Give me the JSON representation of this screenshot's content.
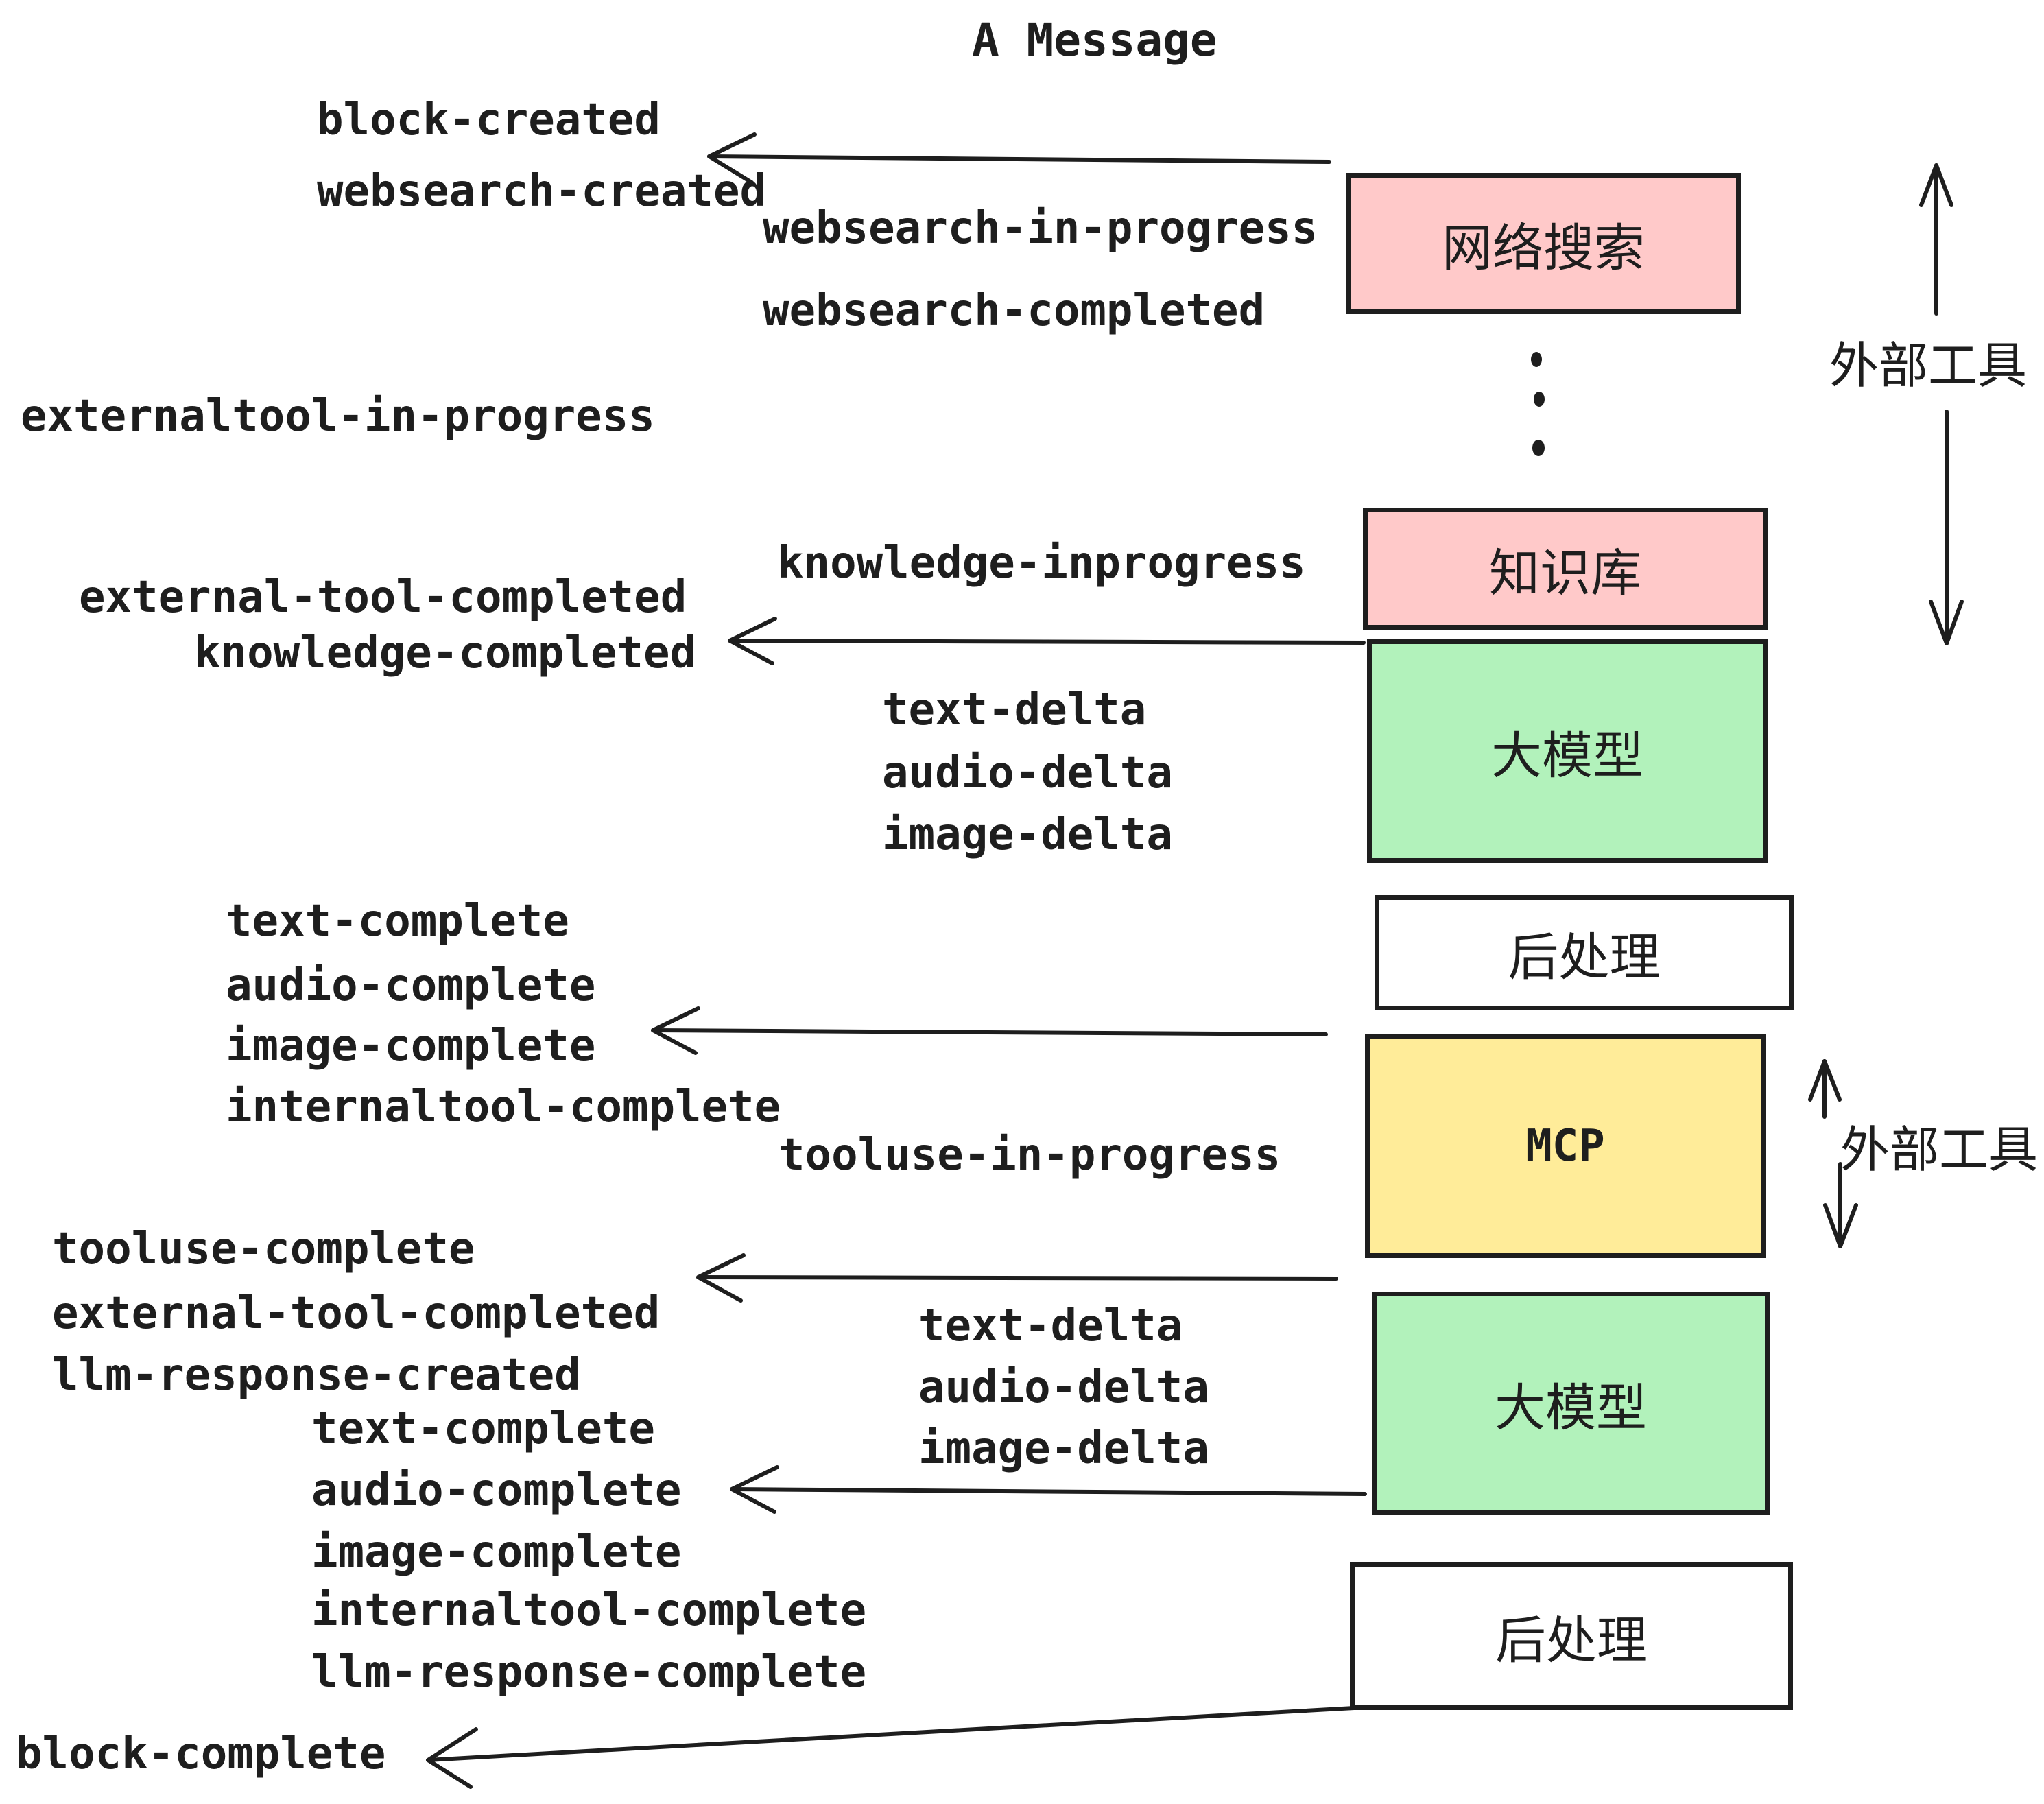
{
  "title": "A Message",
  "colors": {
    "pink": "#ffc9c9",
    "green": "#b2f2bb",
    "yellow": "#ffec99",
    "white": "#ffffff",
    "ink": "#1e1e1e"
  },
  "nodes": {
    "websearch": "网络搜索",
    "knowledge": "知识库",
    "llm1": "大模型",
    "post1": "后处理",
    "mcp": "MCP",
    "llm2": "大模型",
    "post2": "后处理"
  },
  "side_labels": {
    "external_tool_1": "外部工具",
    "external_tool_2": "外部工具"
  },
  "events": {
    "block_created": "block-created",
    "websearch_created": "websearch-created",
    "websearch_in_progress": "websearch-in-progress",
    "websearch_completed": "websearch-completed",
    "externaltool_in_progress": "externaltool-in-progress",
    "knowledge_inprogress": "knowledge-inprogress",
    "external_tool_completed": "external-tool-completed",
    "knowledge_completed": "knowledge-completed",
    "delta1": [
      "text-delta",
      "audio-delta",
      "image-delta"
    ],
    "complete1": [
      "text-complete",
      "audio-complete",
      "image-complete",
      "internaltool-complete"
    ],
    "tooluse_in_progress": "tooluse-in-progress",
    "tooluse_complete": "tooluse-complete",
    "external_tool_completed_2": "external-tool-completed",
    "llm_response_created": "llm-response-created",
    "delta2": [
      "text-delta",
      "audio-delta",
      "image-delta"
    ],
    "complete2": [
      "text-complete",
      "audio-complete",
      "image-complete",
      "internaltool-complete",
      "llm-response-complete"
    ],
    "block_complete": "block-complete"
  }
}
